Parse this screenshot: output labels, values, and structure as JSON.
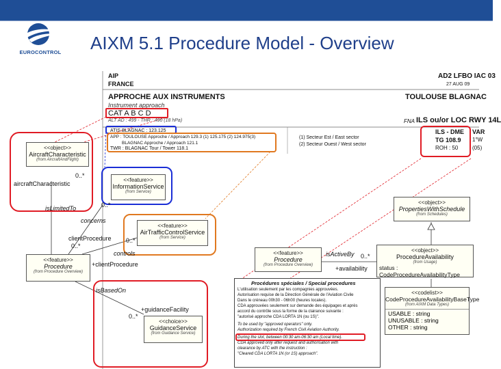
{
  "header": {
    "title": "AIXM 5.1 Procedure Model - Overview",
    "logo_text": "EUROCONTROL",
    "colors": {
      "bar": "#1f4e96",
      "title": "#1f3f8a",
      "highlight_red": "#e01b24",
      "highlight_blue": "#1a2ed6",
      "highlight_orange": "#e0781f"
    }
  },
  "chart": {
    "aip": "AIP",
    "country": "FRANCE",
    "approach_title": "APPROCHE AUX INSTRUMENTS",
    "approach_subtitle": "Instrument approach",
    "ref_left": "AD2 LFBO IAC 03",
    "date": "27 AUG 09",
    "airport": "TOULOUSE BLAGNAC",
    "cat": "CAT A B C D",
    "alt_row": "ALT AD : 499 - THR : 490 (18 hPa)",
    "fna": "FNA",
    "runway": "ILS ou/or LOC RWY 14L",
    "atis": "ATIS BLAGNAC : 123.125",
    "app": "APP : TOULOUSE Approche / Approach 129.3 (1) 125.175 (2) 124.975(3)",
    "app2": "BLAGNAC Approche / Approach 121.1",
    "twr": "TWR : BLAGNAC Tour / Tower 118.1",
    "sector1": "(1) Secteur Est / East sector",
    "sector2": "(2) Secteur Ouest / West sector",
    "ils": "ILS - DME",
    "tg": "TG 108.9",
    "roh": "ROH : 50",
    "var": "VAR",
    "var_val": "1°W",
    "var_num": "(05)"
  },
  "uml": {
    "aircraft": {
      "stereo": "<<object>>",
      "name": "AircraftCharacteristic",
      "sub": "(from AircraftAndFlight)"
    },
    "infoservice": {
      "stereo": "<<feature>>",
      "name": "InformationService",
      "sub": "(from Service)"
    },
    "atcservice": {
      "stereo": "<<feature>>",
      "name": "AirTrafficControlService",
      "sub": "(from Service)"
    },
    "procedure": {
      "stereo": "<<feature>>",
      "name": "Procedure",
      "sub": "(from Procedure Overview)"
    },
    "procedure_right": {
      "stereo": "<<feature>>",
      "name": "Procedure",
      "sub": "(from Procedure Overview)"
    },
    "guidance": {
      "stereo": "<<choice>>",
      "name": "GuidanceService",
      "sub": "(from Guidance Service)"
    },
    "schedule": {
      "stereo": "<<object>>",
      "name": "PropertiesWithSchedule",
      "sub": "(from Schedules)"
    },
    "availability": {
      "stereo": "<<object>>",
      "name": "ProcedureAvailability",
      "sub": "(from Usage)",
      "attr": "status : CodeProcedureAvailabilityType"
    },
    "codelist": {
      "stereo": "<<codelist>>",
      "name": "CodeProcedureAvailabilityBaseType",
      "sub": "(from AIXM Data Types)",
      "values": [
        "USABLE : string",
        "UNUSABLE : string",
        "OTHER : string"
      ]
    }
  },
  "labels": {
    "aircraft_char": "aircraftCharacteristic",
    "mult_0n_1": "0..*",
    "isLimitedTo": "isLimitedTo",
    "concerns": "concerns",
    "clientProcedure_1": "clientProcedure",
    "mult_0n_2": "0..*",
    "mult_0n_3": "0..*",
    "controls": "controls",
    "clientProcedure_2": "+clientProcedure",
    "isBasedOn": "isBasedOn",
    "guidanceFacility": "+guidanceFacility",
    "mult_0n_4": "0..*",
    "isActiveBy": "isActiveBy",
    "mult_0n_5": "0..*",
    "availability": "+availability",
    "mult_0n_6": "0..*",
    "mult_0n_info": "0..*"
  },
  "special": {
    "heading": "Procédures spéciales / Special procedures",
    "lines": [
      "L'utilisation seulement par les compagnies approuvées.",
      "Autorisation requise de la Direction Générale de l'Aviation Civile",
      "Dans le créneau 00h30 - 06h00 (heures locales).",
      "CDA approuvées seulement sur demande des équipages et après",
      "accord du contrôle sous la forme de la clairance suivante :",
      "\"autorisé approche CDA LORTA 1N (ou 1S)\".",
      "To be used by \"approved operators\" only.",
      "Authorization required by French Civil Aviation Authority.",
      "During the slot, between 00:30 am-06:30 am (Local time).",
      "CDA approved only after request and authorisation with",
      "clearance by ATC with the instruction :",
      "\"Cleared CDA LORTA 1N (or 1S) approach\"."
    ]
  }
}
